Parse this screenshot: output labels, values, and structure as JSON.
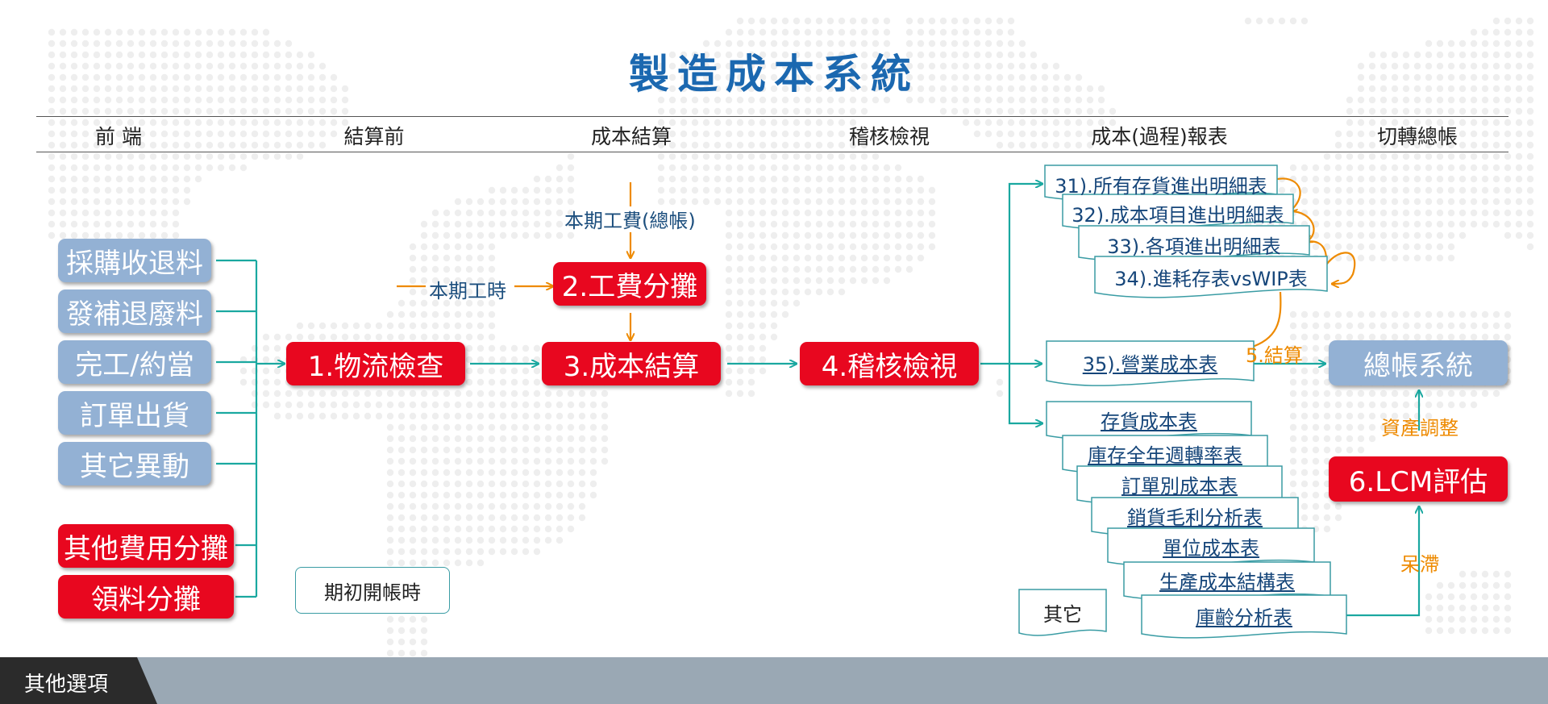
{
  "title": "製造成本系統",
  "columns": [
    "前 端",
    "結算前",
    "成本結算",
    "稽核檢視",
    "成本(過程)報表",
    "切轉總帳"
  ],
  "inputs_blue": [
    "採購收退料",
    "發補退廢料",
    "完工/約當",
    "訂單出貨",
    "其它異動"
  ],
  "inputs_red": [
    "其他費用分攤",
    "領料分攤"
  ],
  "steps": {
    "s1": "1.物流檢查",
    "s2": "2.工費分攤",
    "s3": "3.成本結算",
    "s4": "4.稽核檢視",
    "s6": "6.LCM評估",
    "gl": "總帳系統"
  },
  "labels": {
    "labor_cost": "本期工費(總帳)",
    "labor_hours": "本期工時",
    "opening": "期初開帳時",
    "settle": "5.結算",
    "asset_adjust": "資產調整",
    "stagnant": "呆滯",
    "other": "其它"
  },
  "reports_top": [
    "31).所有存貨進出明細表",
    "32).成本項目進出明細表",
    "33).各項進出明細表",
    "34).進耗存表vsWIP表"
  ],
  "report_mid": "35).營業成本表",
  "reports_bottom": [
    "存貨成本表",
    "庫存全年週轉率表",
    "訂單別成本表",
    "銷貨毛利分析表",
    "單位成本表",
    "生產成本結構表",
    "庫齡分析表"
  ],
  "footer": {
    "tab": "其他選項"
  },
  "colors": {
    "red": "#e8071f",
    "blue": "#93b1d4",
    "teal": "#1aa8a0",
    "orange": "#ee8a00",
    "title": "#1b68b0"
  }
}
